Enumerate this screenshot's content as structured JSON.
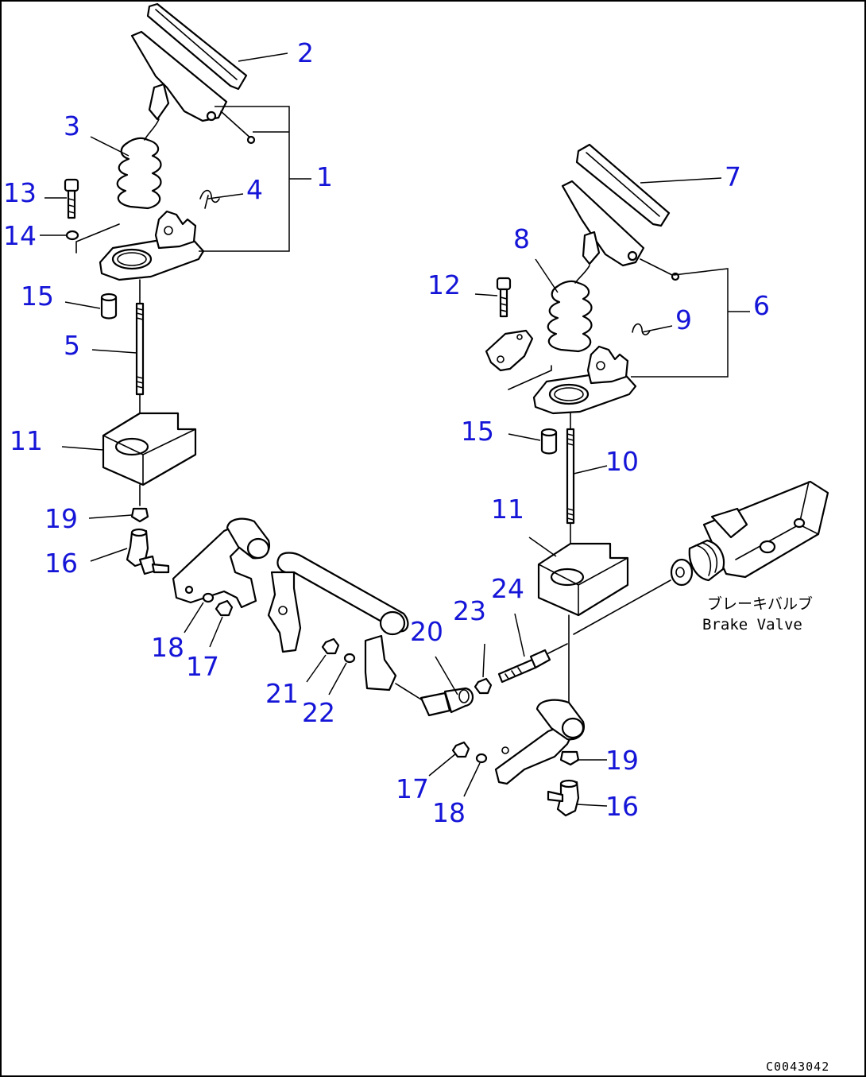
{
  "callouts": {
    "c1": "1",
    "c2": "2",
    "c3": "3",
    "c4": "4",
    "c5": "5",
    "c6": "6",
    "c7": "7",
    "c8": "8",
    "c9": "9",
    "c10": "10",
    "c11": "11",
    "c12": "12",
    "c13": "13",
    "c14": "14",
    "c15": "15",
    "c16": "16",
    "c17": "17",
    "c18": "18",
    "c19": "19",
    "c20": "20",
    "c21": "21",
    "c22": "22",
    "c23": "23",
    "c24": "24"
  },
  "note": {
    "jp": "ブレーキバルブ",
    "en": "Brake Valve"
  },
  "figure_code": "C0043042",
  "colors": {
    "callout": "#1515d8",
    "line": "#000000",
    "background": "#ffffff"
  }
}
